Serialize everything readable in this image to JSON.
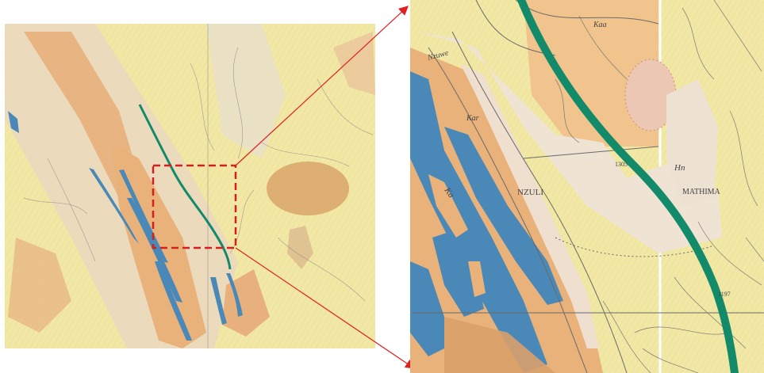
{
  "figure": {
    "colors": {
      "background": "#ffffff",
      "map_base": "#f0e6a0",
      "orange_unit": "#e9b27a",
      "blue_unit": "#4a88b8",
      "pale_unit": "#efdfcf",
      "route_line": "#138a6a",
      "highlight_box": "#d21f1f",
      "connector": "#e01f1f"
    },
    "icons": [
      "route-line",
      "zoom-box",
      "connector-arrows"
    ]
  },
  "inset": {
    "labels": {
      "nzuli": "NZULI",
      "mathima": "MATHIMA",
      "nzuwe": "Nzuwe",
      "unit_a": "Ka",
      "unit_b": "Hn",
      "unit_c": "Kar",
      "unit_d": "Kaa",
      "spot_a": "1305",
      "spot_b": "1197"
    }
  }
}
